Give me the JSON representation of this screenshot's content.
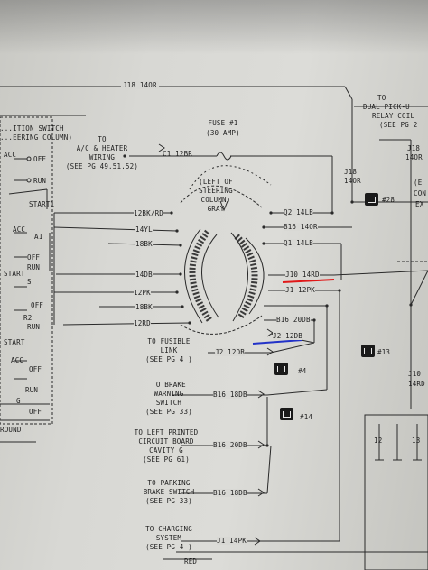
{
  "colors": {
    "red_mark": "#e01818",
    "blue_mark": "#2232c8",
    "line": "#2a2a2a"
  },
  "header": {
    "wire_top": "J18 14OR"
  },
  "ignition": {
    "title_lines": [
      "...ITION SWITCH",
      "...EERING COLUMN)"
    ],
    "positions": [
      "ACC",
      "OFF",
      "RUN",
      "START1",
      "ACC",
      "A1",
      "OFF",
      "RUN",
      "START",
      "S",
      "OFF",
      "R2",
      "RUN",
      "START",
      "ACC",
      "OFF",
      "RUN",
      "G",
      "OFF"
    ],
    "ground": "ROUND"
  },
  "ac_heater": {
    "lines": [
      "TO",
      "A/C & HEATER",
      "WIRING",
      "(SEE PG 49.51.52)"
    ]
  },
  "fuse": {
    "wire": "C1 12BR",
    "title": "FUSE #1",
    "rating": "(30 AMP)"
  },
  "connector": {
    "lines": [
      "(LEFT OF",
      "STEERING",
      "COLUMN)",
      "GRAY"
    ]
  },
  "left_wires": [
    "12BK/RD",
    "14YL",
    "18BK",
    "14DB",
    "12PK",
    "18BK",
    "12RD"
  ],
  "right_wires": [
    "Q2 14LB",
    "B16 14OR",
    "Q1 14LB",
    "J10 14RD",
    "J1 12PK",
    "B16 20DB",
    "J2 12DB"
  ],
  "dual_pickup": {
    "lines": [
      "TO",
      "DUAL PICK-U",
      "RELAY COIL",
      "(SEE PG 2"
    ],
    "wire": "J18",
    "wire2": "14OR"
  },
  "right_col": {
    "wire_top": "J18",
    "wire_top2": "14OR",
    "ref28": "#28",
    "ref13": "#13",
    "j10": "J10",
    "j10b": "14RD",
    "ea": "(E",
    "eb": "CON",
    "ec": "EX"
  },
  "bottom_groups": [
    {
      "lines": [
        "TO FUSIBLE",
        "LINK",
        "(SEE PG 4 )"
      ],
      "wire": "J2 12DB",
      "ref": "#4"
    },
    {
      "lines": [
        "TO BRAKE",
        "WARNING",
        "SWITCH",
        "(SEE PG 33)"
      ],
      "wire": "B16 18DB",
      "ref": "#14"
    },
    {
      "lines": [
        "TO LEFT PRINTED",
        "CIRCUIT BOARD",
        "CAVITY  G",
        "(SEE PG 61)"
      ],
      "wire": "B16 20DB"
    },
    {
      "lines": [
        "TO PARKING",
        "BRAKE SWITCH",
        "(SEE PG 33)"
      ],
      "wire": "B16 18DB"
    },
    {
      "lines": [
        "TO CHARGING",
        "SYSTEM",
        "(SEE PG 4 )"
      ],
      "wire": "J1 14PK"
    }
  ],
  "bottom_labels": {
    "red": "RED",
    "n12": "12",
    "n13": "13"
  }
}
